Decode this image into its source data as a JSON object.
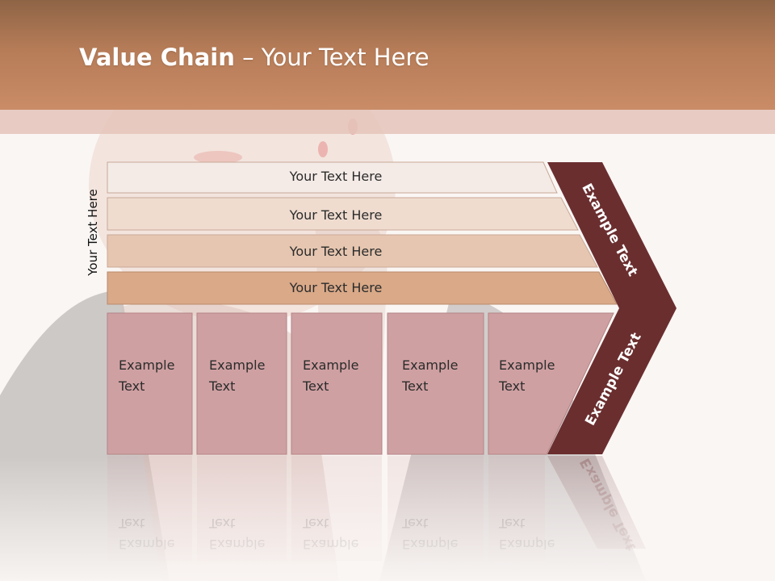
{
  "slide": {
    "title_bold": "Value Chain",
    "title_rest": " – Your Text Here",
    "vertical_label": "Your Text Here"
  },
  "bars": [
    {
      "label": "Your Text Here"
    },
    {
      "label": "Your Text Here"
    },
    {
      "label": "Your Text Here"
    },
    {
      "label": "Your Text Here"
    }
  ],
  "boxes": [
    {
      "line1": "Example",
      "line2": "Text"
    },
    {
      "line1": "Example",
      "line2": "Text"
    },
    {
      "line1": "Example",
      "line2": "Text"
    },
    {
      "line1": "Example",
      "line2": "Text"
    },
    {
      "line1": "Example",
      "line2": "Text"
    }
  ],
  "chevron": {
    "upper_label": "Example Text",
    "lower_label": "Example Text"
  },
  "colors": {
    "header": "#b67c58",
    "bar1": "#f4ebe6",
    "bar2": "#efdccf",
    "bar3": "#e6c6b0",
    "bar4": "#d9a988",
    "box": "#cfa0a2",
    "chevron": "#6b2e2f"
  }
}
